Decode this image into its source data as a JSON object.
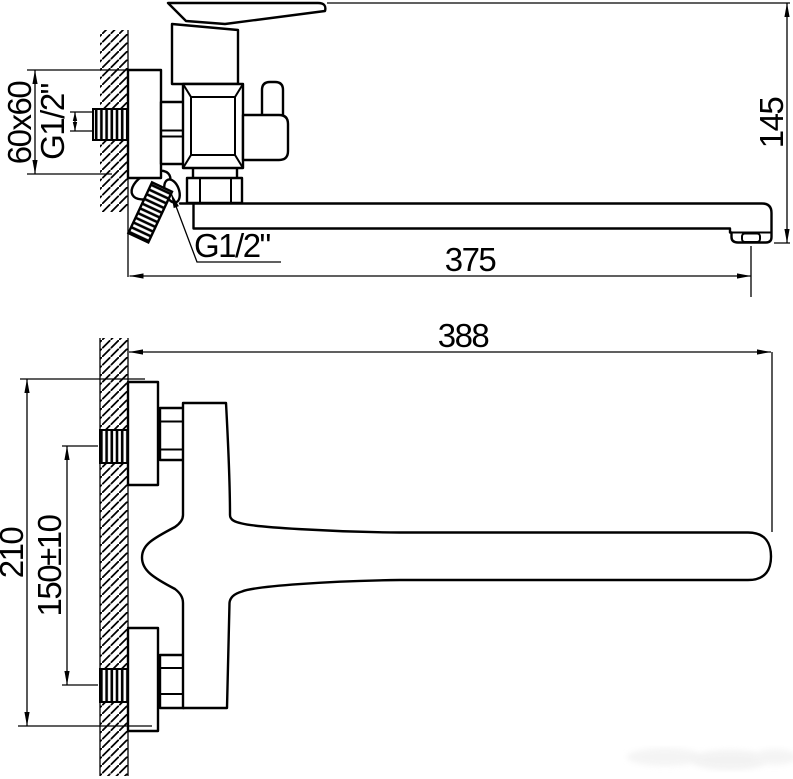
{
  "drawing": {
    "side_view": {
      "dim_flange_square": "60x60",
      "dim_inlet_thread": "G1/2\"",
      "dim_shower_thread": "G1/2\"",
      "dim_spout_reach": "375",
      "dim_spout_height": "145"
    },
    "plan_view": {
      "dim_overall_length": "388",
      "dim_overall_width": "210",
      "dim_inlet_centers": "150±10"
    },
    "colors": {
      "line": "#000000",
      "background": "#ffffff"
    }
  }
}
